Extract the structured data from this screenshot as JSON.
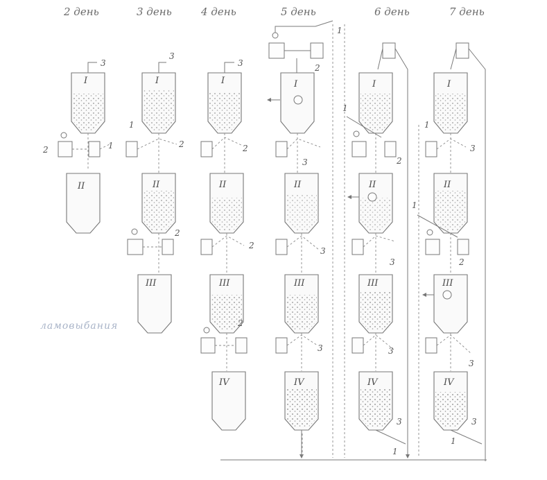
{
  "days": [
    "2 день",
    "3 день",
    "4 день",
    "5 день",
    "6 день",
    "7 день"
  ],
  "vessel_numerals": [
    "I",
    "II",
    "III",
    "IV"
  ],
  "number_labels": [
    "1",
    "2",
    "3"
  ],
  "faint_caption": "ламовыбания"
}
